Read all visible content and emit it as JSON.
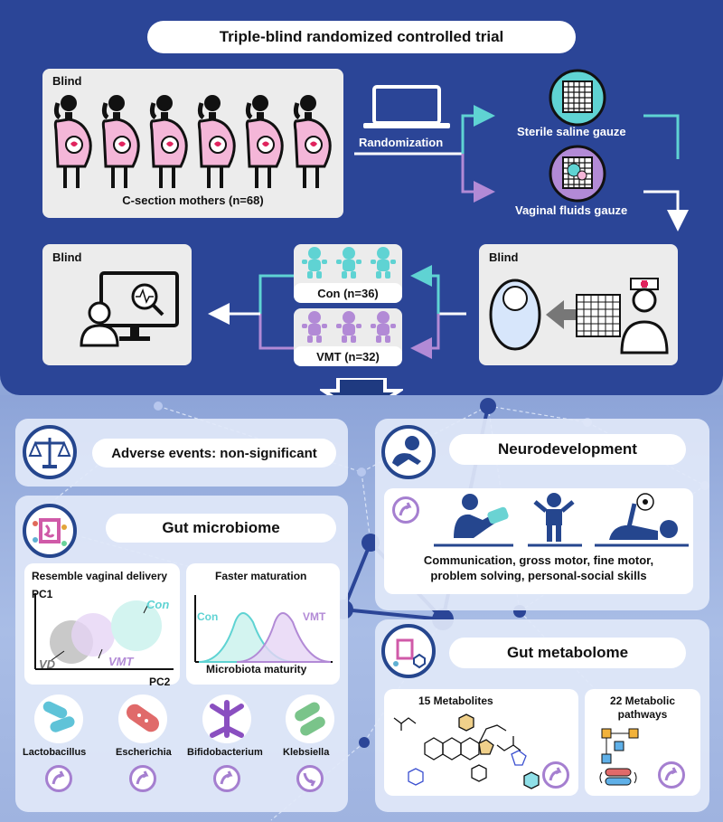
{
  "title": "Triple-blind randomized controlled trial",
  "blind_label": "Blind",
  "mothers_label": "C-section mothers (n=68)",
  "randomization_label": "Randomization",
  "saline_label": "Sterile saline gauze",
  "vaginal_label": "Vaginal fluids gauze",
  "con_label": "Con (n=36)",
  "vmt_label": "VMT (n=32)",
  "adverse_label": "Adverse events: non-significant",
  "neuro_title": "Neurodevelopment",
  "neuro_skills_line1": "Communication, gross motor, fine motor,",
  "neuro_skills_line2": "problem solving,  personal-social skills",
  "gut_microbiome_title": "Gut microbiome",
  "resemble_title": "Resemble vaginal delivery",
  "pca": {
    "y_axis": "PC1",
    "x_axis": "PC2",
    "con": "Con",
    "vd": "VD",
    "vmt": "VMT"
  },
  "maturation": {
    "title": "Faster maturation",
    "x_axis": "Microbiota maturity",
    "con": "Con",
    "vmt": "VMT"
  },
  "bacteria": [
    "Lactobacillus",
    "Escherichia",
    "Bifidobacterium",
    "Klebsiella"
  ],
  "gut_metabolome_title": "Gut metabolome",
  "metabolites_label": "15 Metabolites",
  "pathways_line1": "22 Metabolic",
  "pathways_line2": "pathways",
  "colors": {
    "navy": "#2b4597",
    "teal": "#5fd3d3",
    "purple": "#b28ad6",
    "pink": "#f4b6d8"
  }
}
